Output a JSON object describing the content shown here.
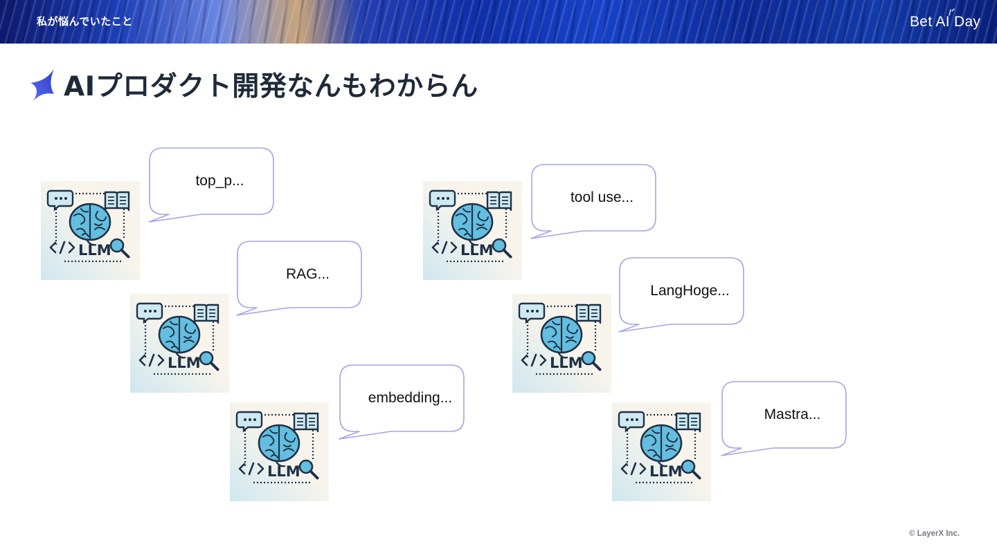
{
  "banner": {
    "title": "私が悩んでいたこと",
    "brand": "Bet AI Day"
  },
  "heading": {
    "text": "AIプロダクト開発なんもわからん"
  },
  "llm_card": {
    "label": "LLM",
    "code_glyph": "</>",
    "icons": [
      "chat-bubble-icon",
      "brain-icon",
      "book-icon",
      "magnifier-icon",
      "code-icon"
    ]
  },
  "bubbles": [
    {
      "id": "top-p",
      "text": "top_p..."
    },
    {
      "id": "rag",
      "text": "RAG..."
    },
    {
      "id": "embedding",
      "text": "embedding..."
    },
    {
      "id": "tool-use",
      "text": "tool use..."
    },
    {
      "id": "langhoge",
      "text": "LangHoge..."
    },
    {
      "id": "mastra",
      "text": "Mastra..."
    }
  ],
  "footer": {
    "copyright": "© LayerX Inc."
  },
  "colors": {
    "heading": "#1f2a38",
    "bubble_border": "#a3a3ea",
    "brain": "#5fb8d9",
    "dark": "#1f3146",
    "card_bg": "#f8f4ec"
  }
}
